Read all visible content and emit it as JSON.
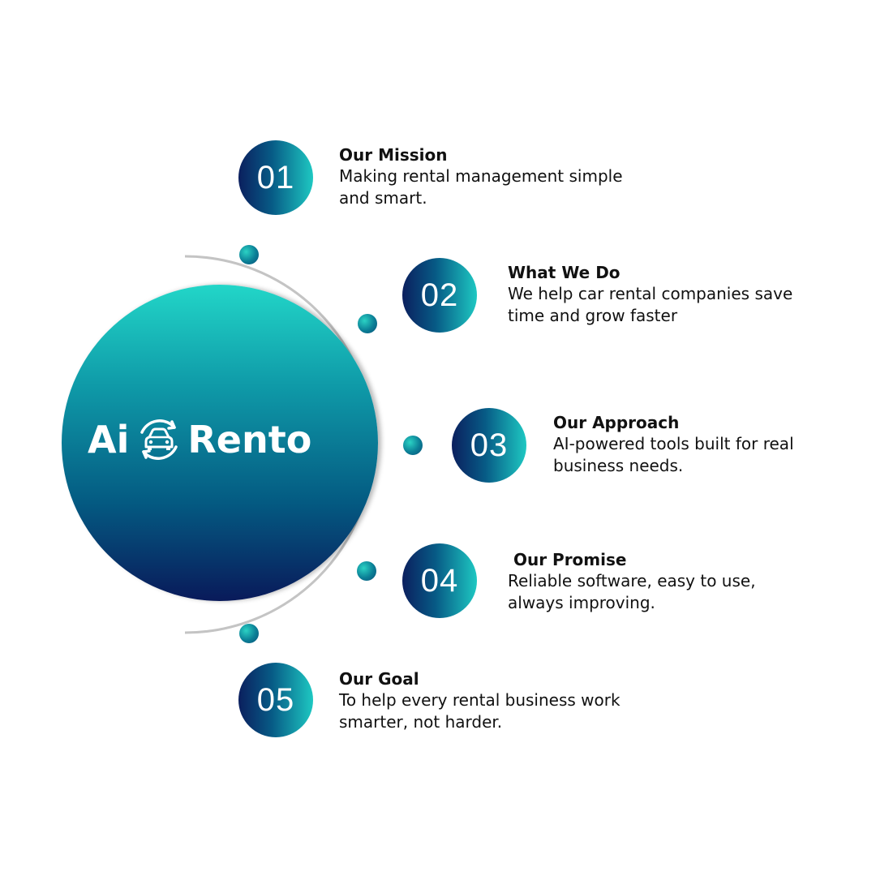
{
  "logo": {
    "left_text": "Ai",
    "right_text": "Rento",
    "emblem": "car-swap-icon"
  },
  "colors": {
    "circle_top": "#22d6c8",
    "circle_bottom": "#091a5a",
    "badge_left": "#0b1f5e",
    "badge_right": "#1ec8c2",
    "text": "#111111",
    "arc": "#b8b8b8"
  },
  "items": [
    {
      "number": "01",
      "title": "Our Mission",
      "description": "Making rental management simple\nand smart."
    },
    {
      "number": "02",
      "title": "What We Do",
      "description": "We help car rental companies save\ntime and grow faster"
    },
    {
      "number": "03",
      "title": "Our Approach",
      "description": "AI-powered tools built for real\nbusiness needs."
    },
    {
      "number": "04",
      "title": " Our Promise",
      "description": "Reliable software, easy to use,\nalways improving."
    },
    {
      "number": "05",
      "title": "Our Goal",
      "description": "To help every rental business work\nsmarter, not harder."
    }
  ]
}
